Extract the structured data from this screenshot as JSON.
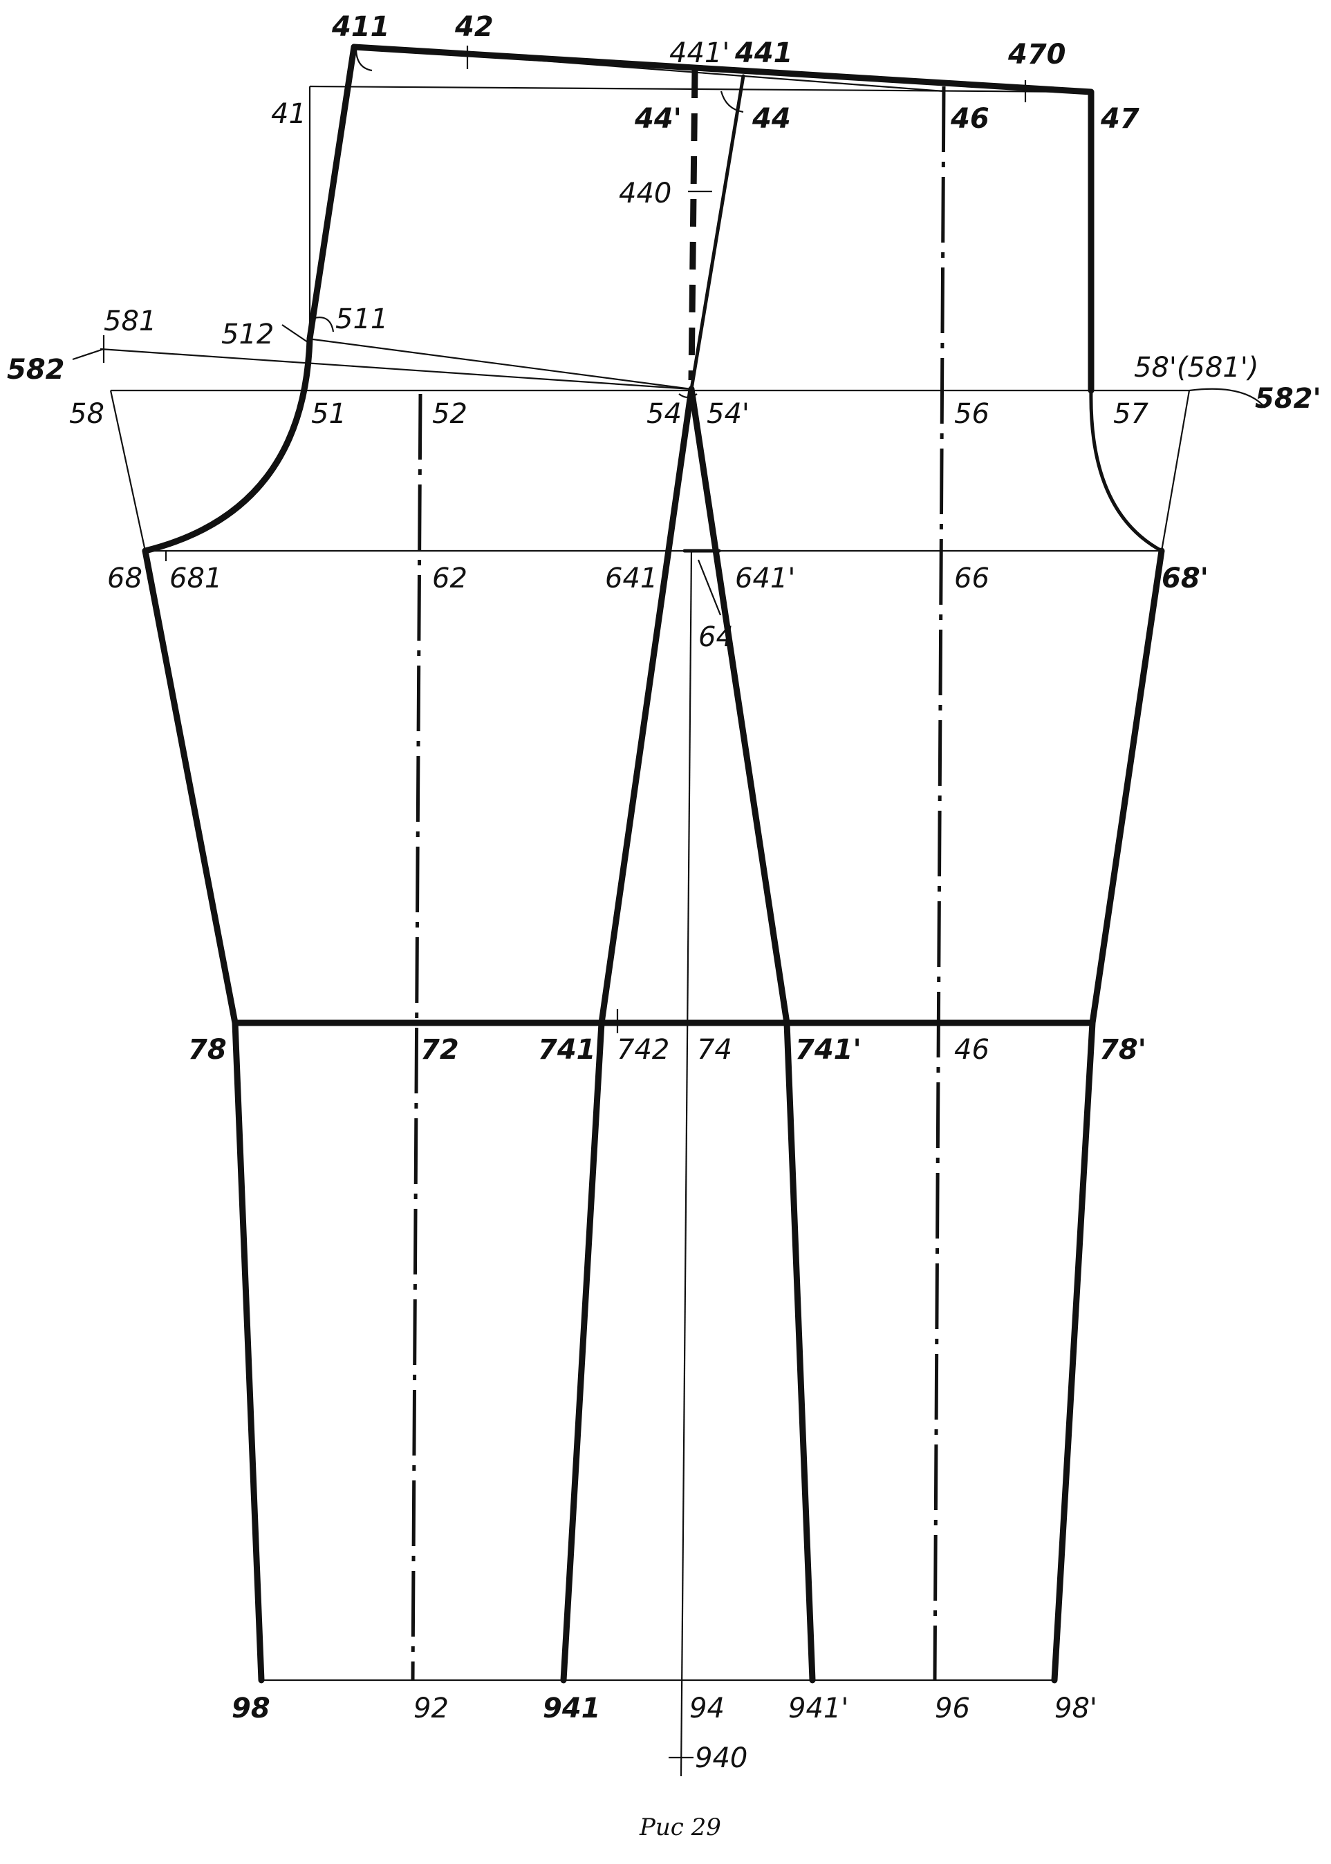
{
  "figure": {
    "caption": "Рис 29",
    "points": {
      "p411": "411",
      "p42": "42",
      "p441p": "441'",
      "p441": "441",
      "p470": "470",
      "p41": "41",
      "p44p": "44'",
      "p44": "44",
      "p46top": "46",
      "p47": "47",
      "p440": "440",
      "p581": "581",
      "p512": "512",
      "p511": "511",
      "p582": "582",
      "p58p581p": "58'(581')",
      "p582p": "582'",
      "p58": "58",
      "p51": "51",
      "p52": "52",
      "p54": "54",
      "p54p": "54'",
      "p56": "56",
      "p57": "57",
      "p68": "68",
      "p681": "681",
      "p62": "62",
      "p641": "641",
      "p641p": "641'",
      "p66": "66",
      "p68p": "68'",
      "p64": "64",
      "p78": "78",
      "p72": "72",
      "p741": "741",
      "p742": "742",
      "p74": "74",
      "p741p": "741'",
      "p46mid": "46",
      "p78p": "78'",
      "p98": "98",
      "p92": "92",
      "p941": "941",
      "p94": "94",
      "p941p": "941'",
      "p96": "96",
      "p98p": "98'",
      "p940": "940"
    }
  }
}
